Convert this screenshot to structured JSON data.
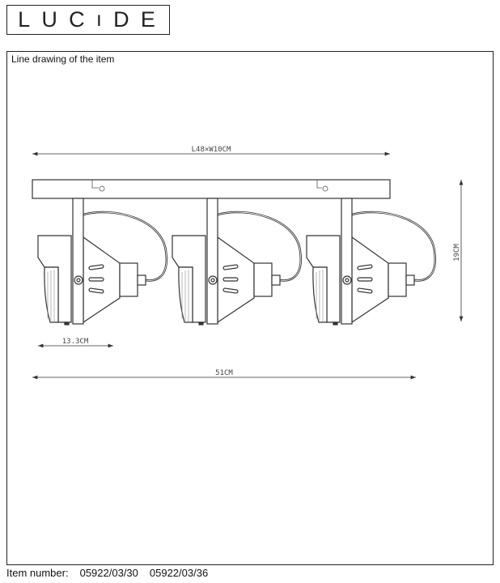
{
  "brand": {
    "logo_text": "LUCIDE",
    "letters": [
      "L",
      "U",
      "C",
      "I",
      "D",
      "E"
    ]
  },
  "caption": "Line drawing of the item",
  "dimensions": {
    "length_width": "L48×W10CM",
    "height": "19CM",
    "head_depth": "13.3CM",
    "total_length": "51CM"
  },
  "footer": {
    "label": "Item number:",
    "items": [
      "05922/03/30",
      "05922/03/36"
    ]
  },
  "drawing": {
    "spot_count": 3
  }
}
